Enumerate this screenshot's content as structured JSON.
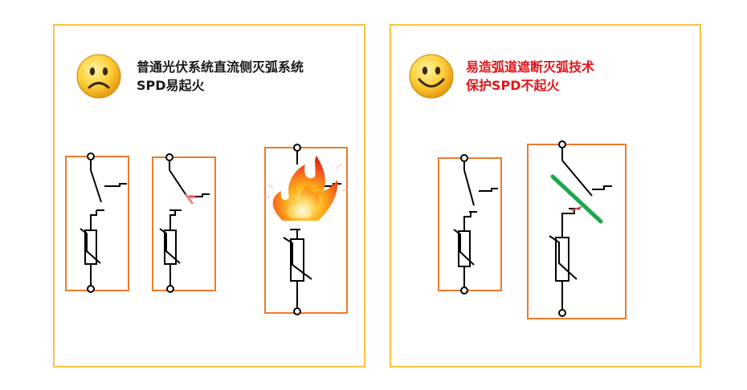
{
  "left_panel": {
    "caption_line1": "普通光伏系统直流侧灭弧系统",
    "caption_line2": "SPD易起火",
    "caption_color": "#1a1a1a",
    "face_icon": "sad-face-icon",
    "circuits": [
      "spd-open-switch",
      "spd-arcing-switch",
      "spd-on-fire"
    ]
  },
  "right_panel": {
    "caption_line1": "易造弧道遮断灭弧技术",
    "caption_line2": "保护SPD不起火",
    "caption_color": "#e0161b",
    "face_icon": "happy-face-icon",
    "circuits": [
      "spd-open-switch",
      "spd-arc-blocked"
    ]
  },
  "colors": {
    "panel_border": "#f5c242",
    "spd_box": "#ee7a2a",
    "arc": "#e85a5a",
    "barrier": "#1aa84a",
    "wire": "#000000"
  }
}
